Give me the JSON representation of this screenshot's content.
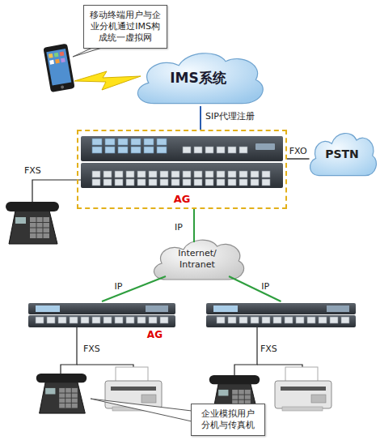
{
  "diagram": {
    "nodes": [
      {
        "text": [
          "移动终端用户与企 业分机通过IMS构 成统一虚拟网"
        ]
      },
      {
        "text": [
          "IMS系统"
        ]
      },
      {
        "text": [
          "AG"
        ]
      },
      {
        "text": [
          "PSTN"
        ]
      },
      {
        "text": [
          "Internet/ Intranet"
        ]
      },
      {
        "text": [
          "AG"
        ]
      },
      {
        "text": []
      },
      {
        "text": [
          "企业模拟用户 分机与传真机"
        ]
      }
    ],
    "edges": [
      {
        "from": 1,
        "to": 2,
        "label": "SIP代理注册",
        "arrow": "none"
      },
      {
        "from": 2,
        "to": 3,
        "label": "FXO",
        "arrow": "none"
      },
      {
        "from": 2,
        "to": 4,
        "label": "IP",
        "arrow": "none"
      },
      {
        "from": 4,
        "to": 5,
        "label": "IP",
        "arrow": "none"
      },
      {
        "from": 4,
        "to": 6,
        "label": "IP",
        "arrow": "none"
      }
    ],
    "labels": [
      "FXS",
      "FXS",
      "FXS"
    ]
  }
}
